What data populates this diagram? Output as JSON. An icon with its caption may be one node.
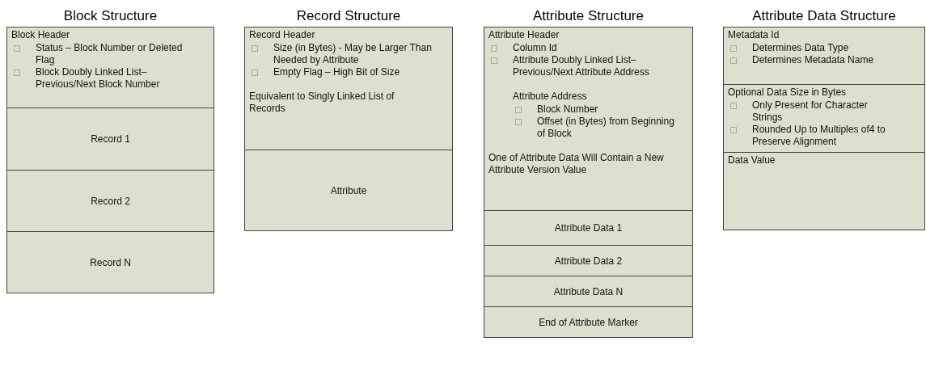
{
  "diagram": {
    "nodes": [
      {
        "text": [
          "Block Structure"
        ]
      },
      {
        "text": [
          "Block Header",
          "Status – Block Number or Deleted Flag",
          "Block Doubly Linked List– Previous/Next Block Number"
        ],
        "in": 0
      },
      {
        "text": [
          "Record 1"
        ],
        "in": 0
      },
      {
        "text": [
          "Record 2"
        ],
        "in": 0
      },
      {
        "text": [
          "Record N"
        ],
        "in": 0
      },
      {
        "text": [
          "Record Structure"
        ]
      },
      {
        "text": [
          "Record Header",
          "Size (in Bytes)  - May be Larger Than Needed by Attribute",
          "Empty Flag – High Bit of Size",
          "Equivalent to  Singly Linked List of Records"
        ],
        "in": 5
      },
      {
        "text": [
          "Attribute"
        ],
        "in": 5
      },
      {
        "text": [
          "Attribute Structure"
        ]
      },
      {
        "text": [
          "Attribute Header",
          "Column Id",
          "Attribute Doubly Linked List– Previous/Next Attribute Address",
          "Attribute Address",
          "Block Number",
          "Offset (in Bytes) from Beginning of Block",
          "One of Attribute Data Will Contain a New Attribute Version Value"
        ],
        "in": 8
      },
      {
        "text": [
          "Attribute Data 1"
        ],
        "in": 8
      },
      {
        "text": [
          "Attribute Data 2"
        ],
        "in": 8
      },
      {
        "text": [
          "Attribute Data N"
        ],
        "in": 8
      },
      {
        "text": [
          "End of Attribute Marker"
        ],
        "in": 8
      },
      {
        "text": [
          "Attribute Data Structure"
        ]
      },
      {
        "text": [
          "Metadata Id",
          "Determines Data Type",
          "Determines Metadata Name"
        ],
        "in": 14
      },
      {
        "text": [
          "Optional Data Size in Bytes",
          "Only Present for Character Strings",
          "Rounded Up to Multiples of4 to Preserve Alignment"
        ],
        "in": 14
      },
      {
        "text": [
          "Data Value"
        ],
        "in": 14
      }
    ]
  }
}
